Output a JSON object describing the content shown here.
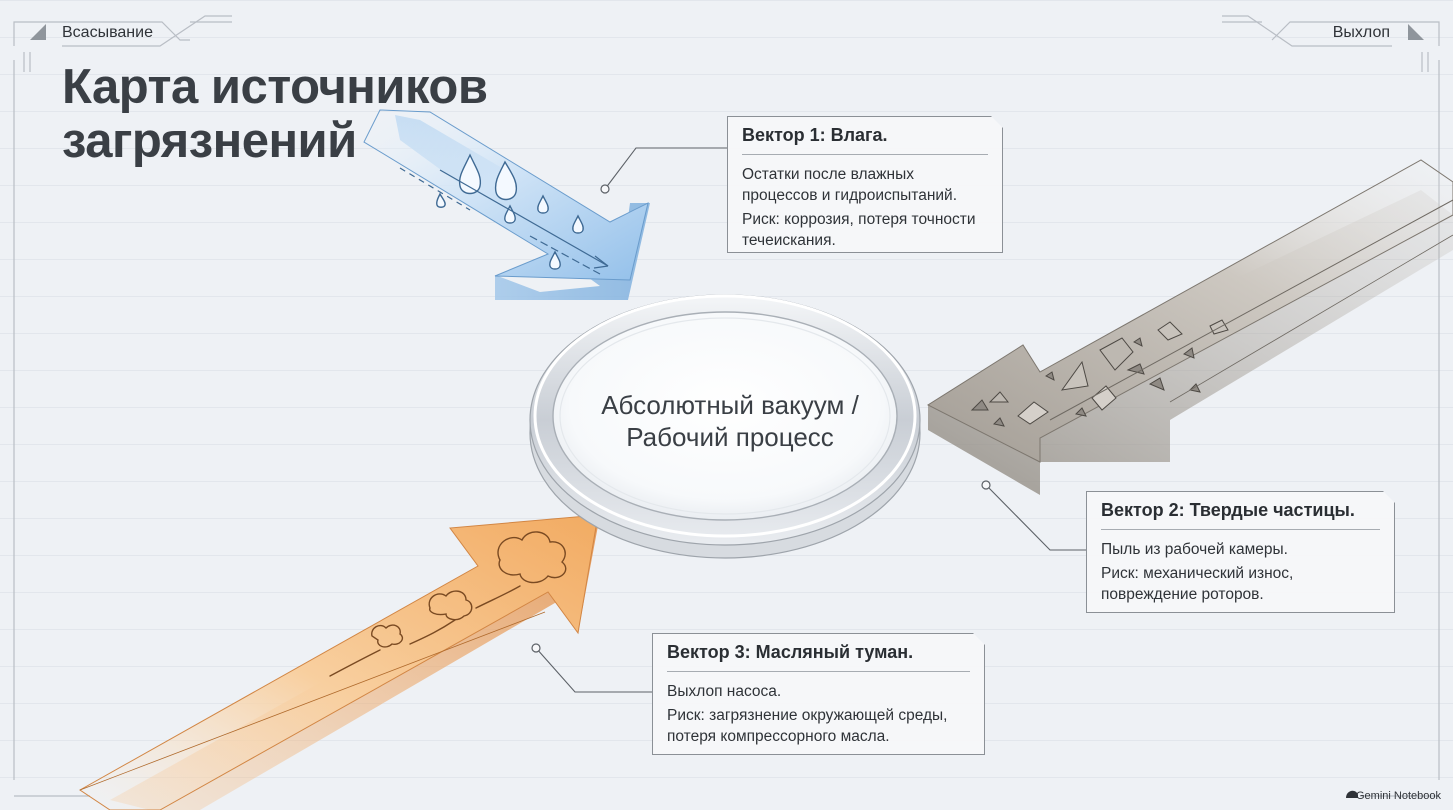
{
  "corners": {
    "left": "Всасывание",
    "right": "Выхлоп"
  },
  "title": {
    "line1": "Карта источников",
    "line2": "загрязнений"
  },
  "center": {
    "line1": "Абсолютный вакуум /",
    "line2": "Рабочий процесс"
  },
  "vectors": [
    {
      "heading": "Вектор 1: Влага.",
      "line1": "Остатки после влажных процессов и гидроиспытаний.",
      "line2": "Риск: коррозия, потеря точности течеискания.",
      "color": "#9cc6ec"
    },
    {
      "heading": "Вектор 2: Твердые частицы.",
      "line1": "Пыль из рабочей камеры.",
      "line2": "Риск: механический износ, повреждение роторов.",
      "color": "#a9a39b"
    },
    {
      "heading": "Вектор 3: Масляный туман.",
      "line1": "Выхлоп насоса.",
      "line2": "Риск: загрязнение окружающей среды, потеря компрессорного масла.",
      "color": "#f2b472"
    }
  ],
  "watermark": {
    "text": "Gemini Notebook"
  }
}
